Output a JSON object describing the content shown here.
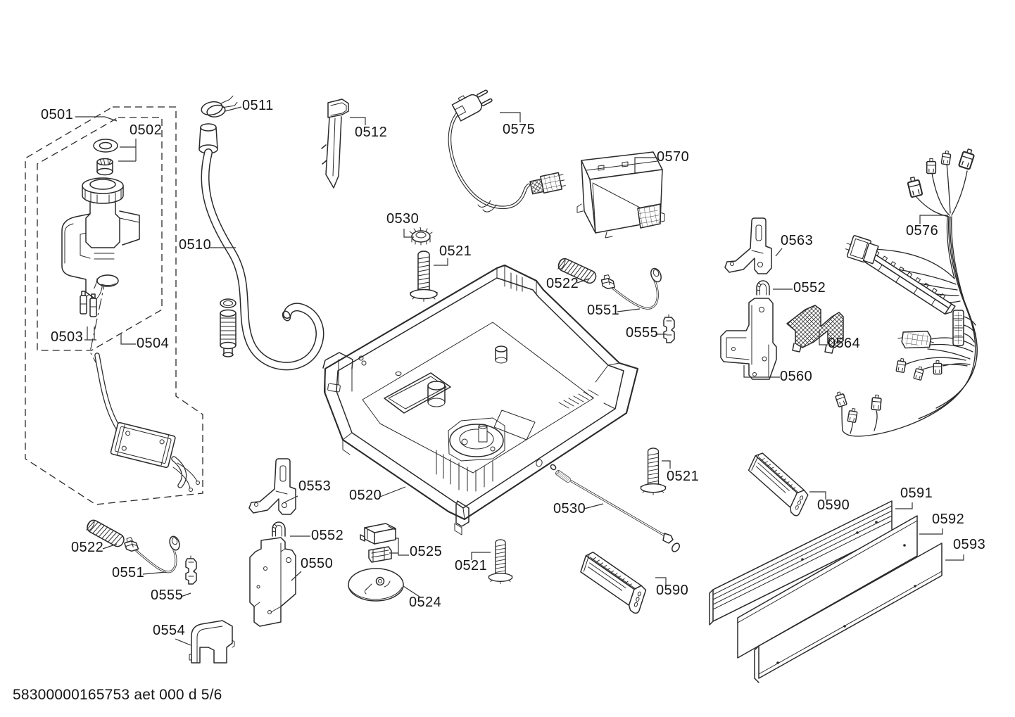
{
  "page": {
    "background": "#ffffff",
    "ink": "#2a2a2a",
    "footer": "58300000165753 aet 000 d 5/6"
  },
  "diagram": {
    "type": "exploded-parts-diagram",
    "parts": {
      "p0501": "0501",
      "p0502": "0502",
      "p0503": "0503",
      "p0504": "0504",
      "p0510": "0510",
      "p0511": "0511",
      "p0512": "0512",
      "p0520": "0520",
      "p0521": "0521",
      "p0522": "0522",
      "p0524": "0524",
      "p0525": "0525",
      "p0530": "0530",
      "p0550": "0550",
      "p0551": "0551",
      "p0552": "0552",
      "p0553": "0553",
      "p0554": "0554",
      "p0555": "0555",
      "p0560": "0560",
      "p0563": "0563",
      "p0564": "0564",
      "p0570": "0570",
      "p0575": "0575",
      "p0576": "0576",
      "p0590": "0590",
      "p0591": "0591",
      "p0592": "0592",
      "p0593": "0593"
    }
  }
}
